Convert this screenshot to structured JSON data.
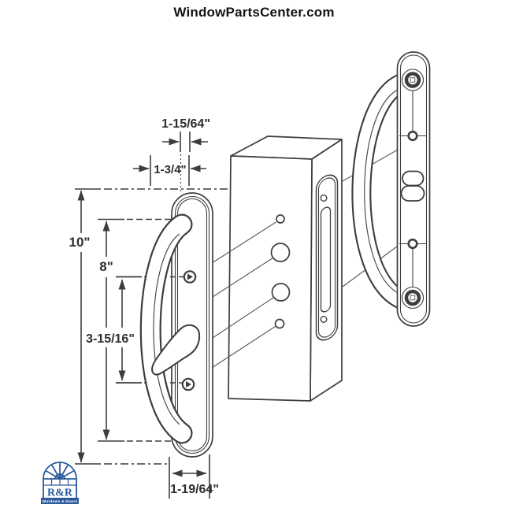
{
  "header": {
    "title": "WindowPartsCenter.com"
  },
  "dimensions": {
    "projection": "1-15/64\"",
    "top_width": "1-3/4\"",
    "overall_height": "10\"",
    "handle_height": "8\"",
    "screw_spacing": "3-15/16\"",
    "base_width": "1-19/64\""
  },
  "logo": {
    "brand": "R&R",
    "tagline": "Windows & Doors"
  },
  "colors": {
    "line": "#3d3d3d",
    "text": "#2e2e2e",
    "logo_blue": "#2b5a9d",
    "background": "#ffffff"
  }
}
